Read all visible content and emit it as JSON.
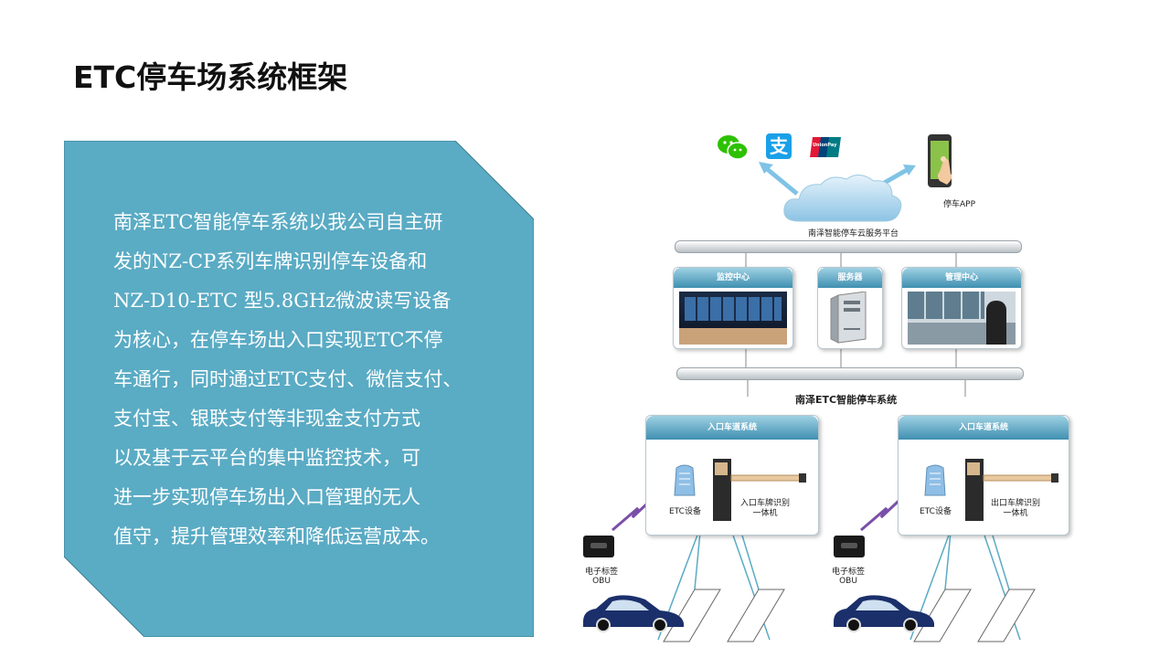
{
  "title": "ETC停车场系统框架",
  "panel": {
    "color": "#5aabc4",
    "lines": [
      "南泽ETC智能停车系统以我公司自主研",
      "发的NZ-CP系列车牌识别停车设备和",
      "NZ-D10-ETC 型5.8GHz微波读写设备",
      "为核心，在停车场出入口实现ETC不停",
      "车通行，同时通过ETC支付、微信支付、",
      "支付宝、银联支付等非现金支付方式",
      "以及基于云平台的集中监控技术，可",
      "进一步实现停车场出入口管理的无人",
      "值守，提升管理效率和降低运营成本。"
    ]
  },
  "diagram": {
    "cloud_label": "南泽智能停车云服务平台",
    "app_label": "停车APP",
    "payment_icons": [
      "wechat-pay-icon",
      "alipay-icon",
      "unionpay-icon"
    ],
    "unionpay_text": "UnionPay",
    "modules": [
      {
        "label": "监控中心"
      },
      {
        "label": "服务器"
      },
      {
        "label": "管理中心"
      }
    ],
    "system_label": "南泽ETC智能停车系统",
    "lanes": [
      {
        "header": "入口车道系统",
        "etc_label": "ETC设备",
        "device_label": [
          "入口车牌识别",
          "一体机"
        ],
        "obu_label": [
          "电子标签",
          "OBU"
        ]
      },
      {
        "header": "入口车道系统",
        "etc_label": "ETC设备",
        "device_label": [
          "出口车牌识别",
          "一体机"
        ],
        "obu_label": [
          "电子标签",
          "OBU"
        ]
      }
    ]
  }
}
